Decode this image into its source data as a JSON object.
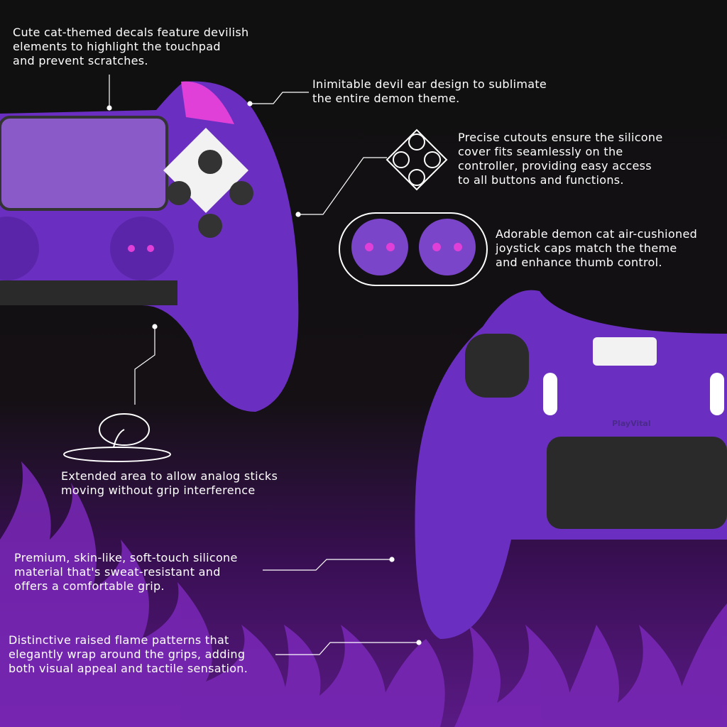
{
  "callouts": {
    "decals": "Cute cat-themed decals feature devilish\nelements to highlight the touchpad\nand prevent scratches.",
    "ear": "Inimitable devil ear design to sublimate\nthe entire demon theme.",
    "cutouts": "Precise cutouts ensure the silicone\ncover fits seamlessly on the\ncontroller, providing easy access\nto all buttons and functions.",
    "caps": "Adorable demon cat air-cushioned\njoystick caps match the theme\nand enhance thumb control.",
    "extended": "Extended area to allow analog sticks\nmoving without grip interference",
    "material": "Premium, skin-like, soft-touch silicone\nmaterial that's sweat-resistant and\noffers a comfortable grip.",
    "flame": "Distinctive raised flame patterns that\nelegantly wrap around the grips, adding\nboth visual appeal and tactile sensation."
  },
  "brand_logo": "PlayVital",
  "colors": {
    "purple": "#6a2fc0",
    "pink": "#e040d8",
    "background": "#121212",
    "flame": "#7a28b8"
  }
}
